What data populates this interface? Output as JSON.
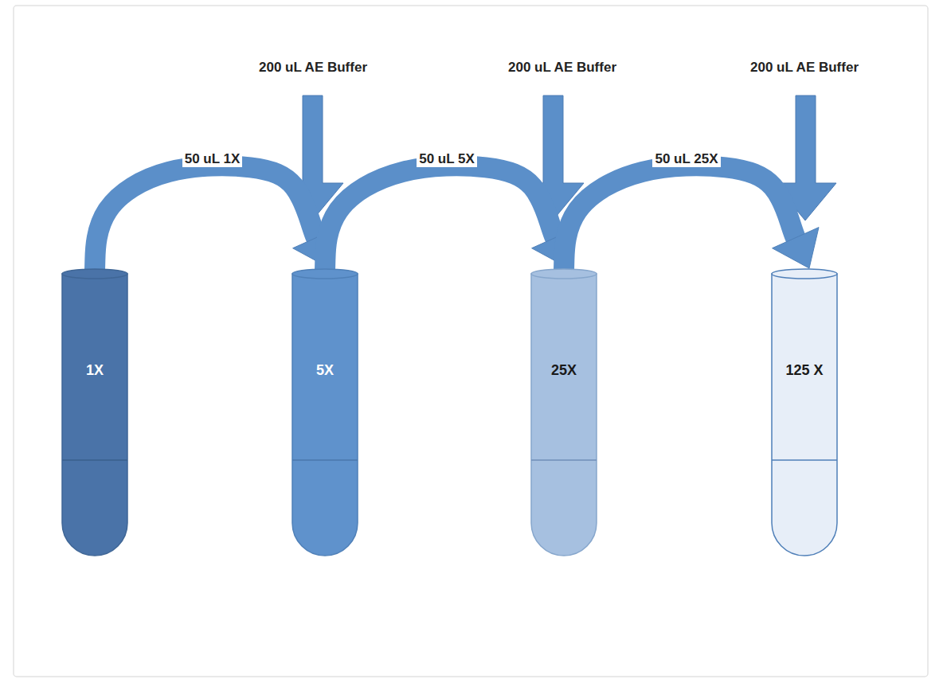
{
  "diagram": {
    "nodes": [
      {
        "text": [
          "1X"
        ]
      },
      {
        "text": [
          "5X"
        ]
      },
      {
        "text": [
          "25X"
        ]
      },
      {
        "text": [
          "125 X"
        ]
      }
    ],
    "edges": [
      {
        "from": 0,
        "to": 1,
        "arrow": "to",
        "label": "50 uL 1X"
      },
      {
        "from": 1,
        "to": 2,
        "arrow": "to",
        "label": "50 uL 5X"
      },
      {
        "from": 2,
        "to": 3,
        "arrow": "to",
        "label": "50 uL 25X"
      }
    ],
    "labels": [
      "200 uL AE Buffer",
      "200 uL AE Buffer",
      "200 uL AE Buffer"
    ]
  }
}
